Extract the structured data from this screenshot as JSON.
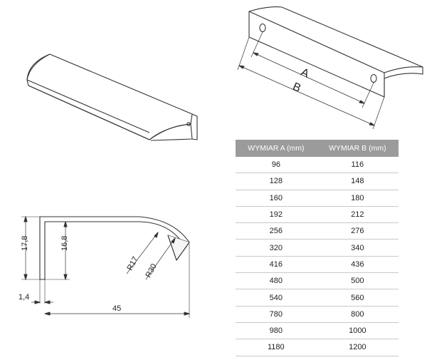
{
  "table": {
    "headers": [
      "WYMIAR A (mm)",
      "WYMIAR B (mm)"
    ],
    "rows": [
      [
        "96",
        "116"
      ],
      [
        "128",
        "148"
      ],
      [
        "160",
        "180"
      ],
      [
        "192",
        "212"
      ],
      [
        "256",
        "276"
      ],
      [
        "320",
        "340"
      ],
      [
        "416",
        "436"
      ],
      [
        "480",
        "500"
      ],
      [
        "540",
        "560"
      ],
      [
        "780",
        "800"
      ],
      [
        "980",
        "1000"
      ],
      [
        "1180",
        "1200"
      ]
    ]
  },
  "labels": {
    "dim_a": "A",
    "dim_b": "B",
    "height_outer": "17,8",
    "height_inner": "16,8",
    "thickness": "1,4",
    "depth": "45",
    "radius_inner": "R17",
    "radius_outer": "R30"
  }
}
